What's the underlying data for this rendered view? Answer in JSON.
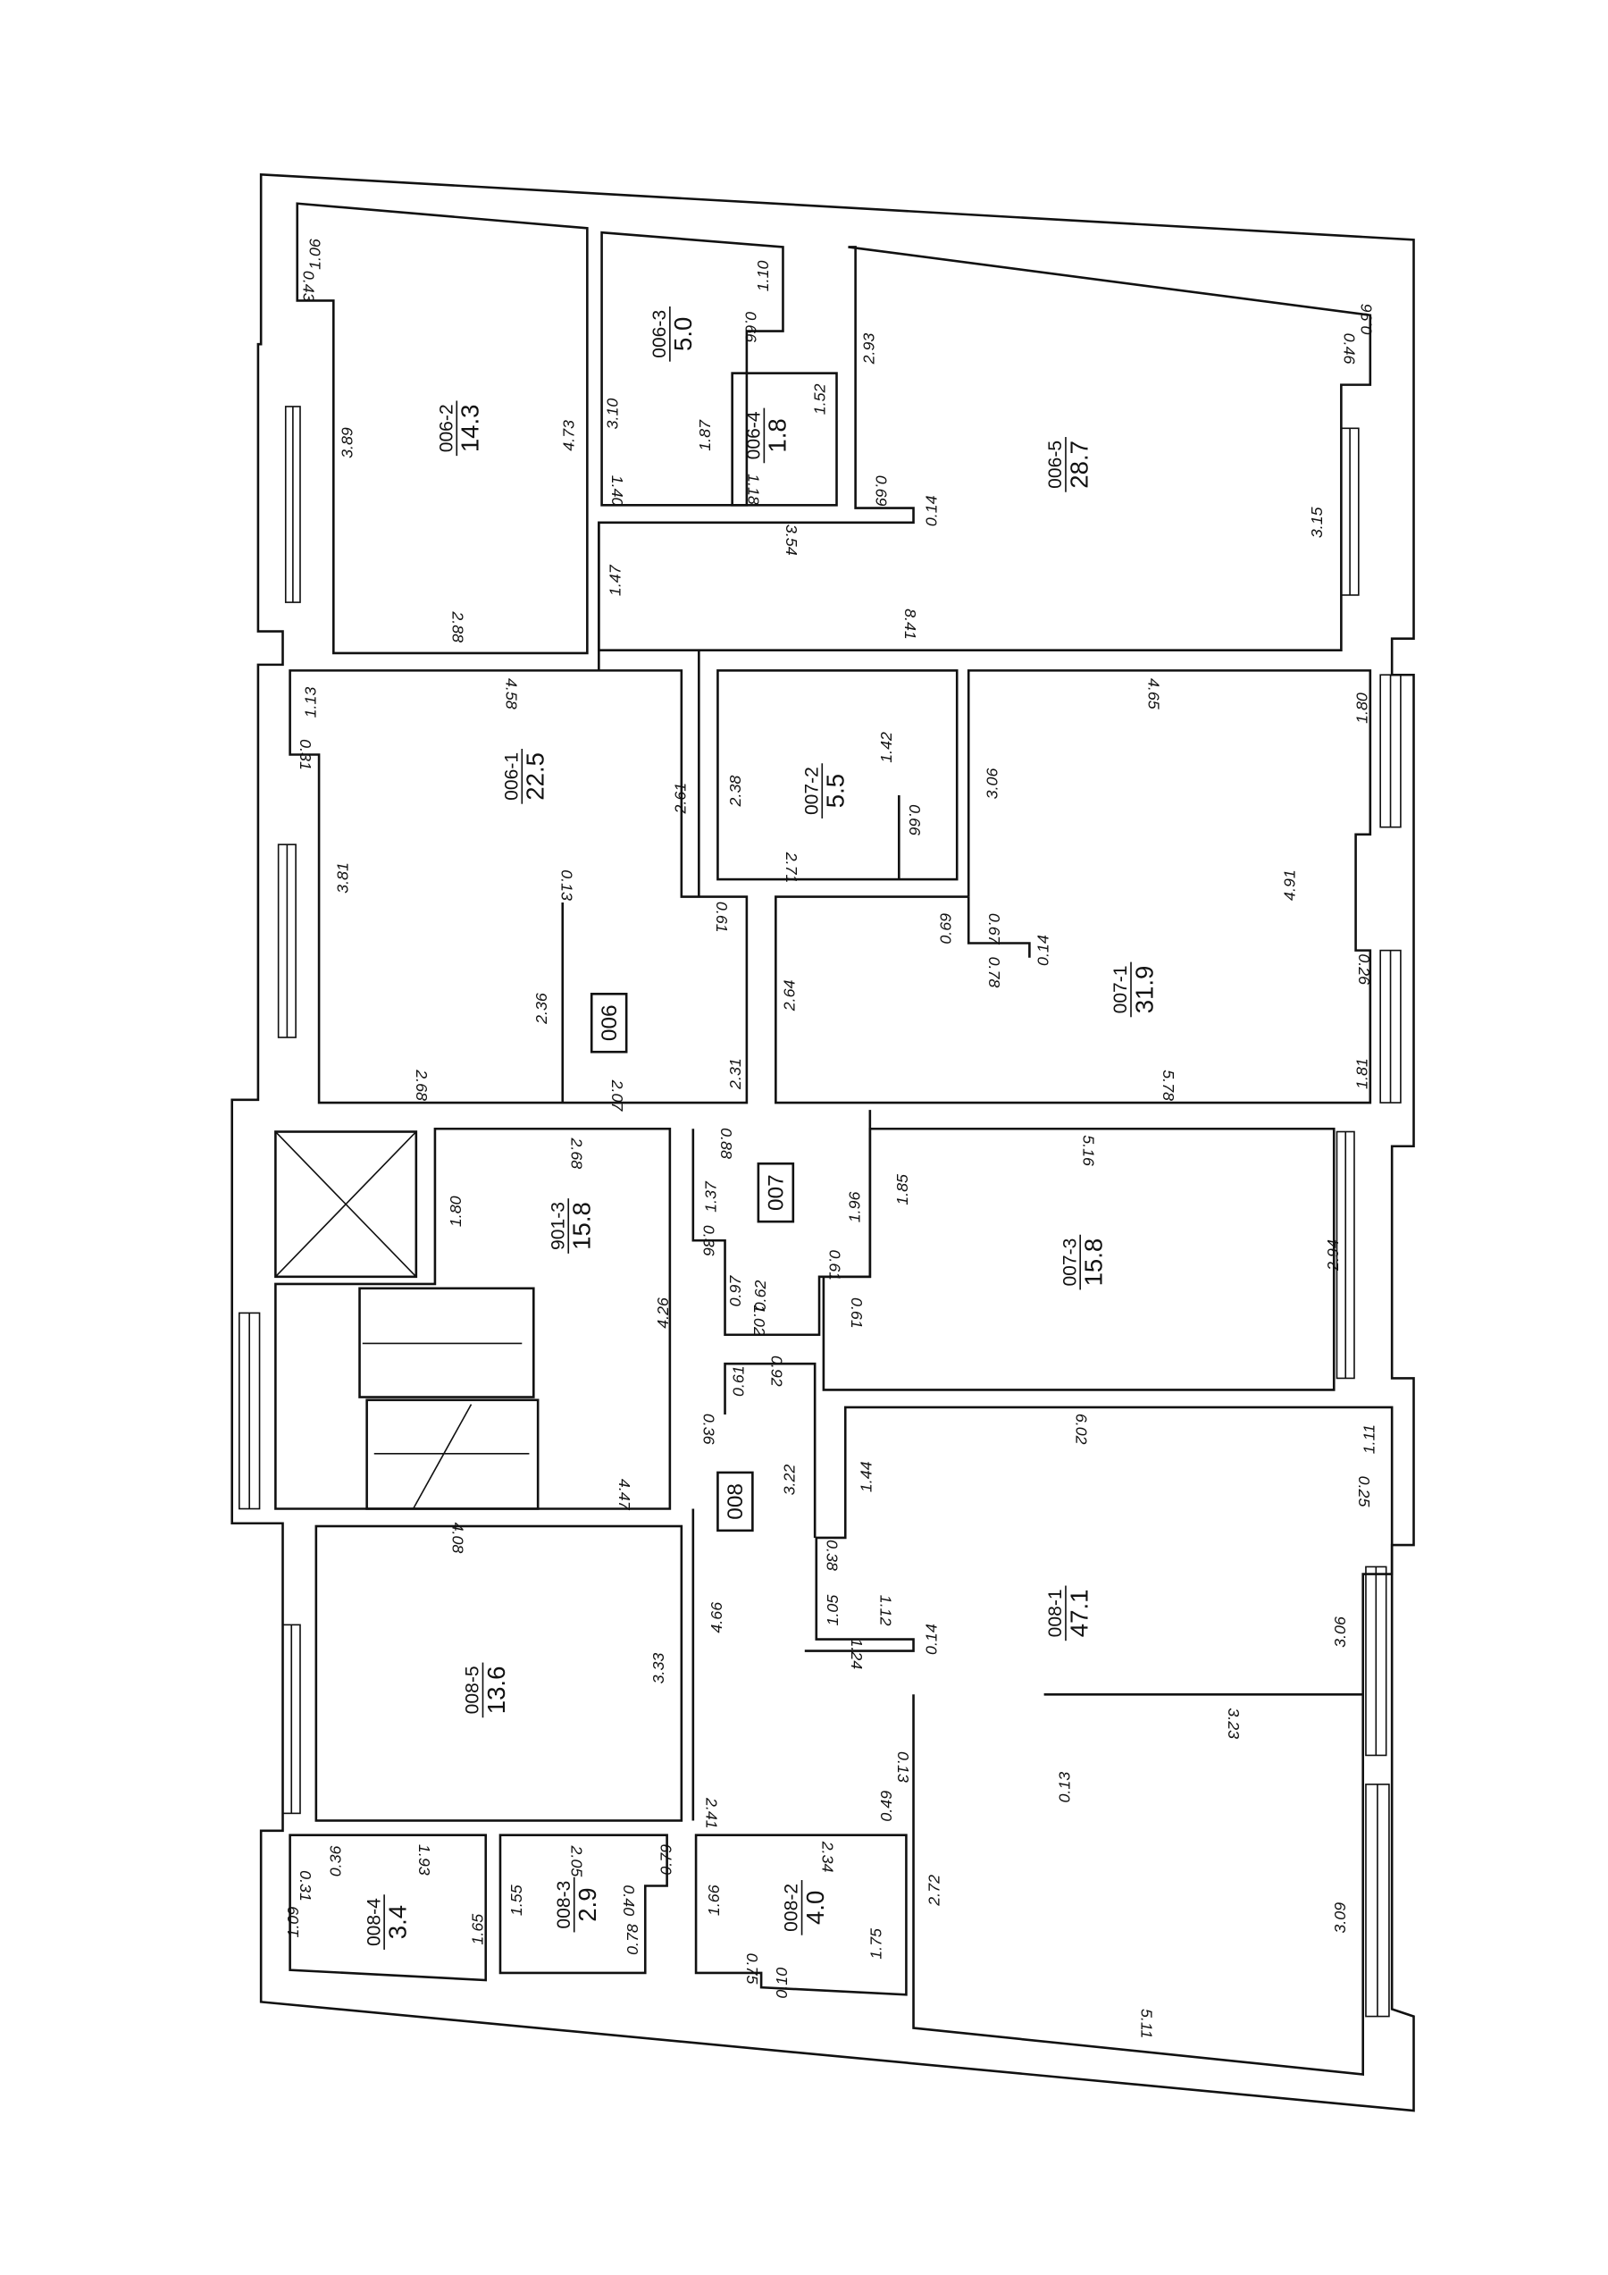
{
  "units": [
    "006",
    "007",
    "008"
  ],
  "rooms": [
    {
      "id": "006-2",
      "area": "14.3"
    },
    {
      "id": "006-3",
      "area": "5.0"
    },
    {
      "id": "006-4",
      "area": "1.8"
    },
    {
      "id": "006-5",
      "area": "28.7"
    },
    {
      "id": "006-1",
      "area": "22.5"
    },
    {
      "id": "007-2",
      "area": "5.5"
    },
    {
      "id": "007-1",
      "area": "31.9"
    },
    {
      "id": "901-3",
      "area": "15.8"
    },
    {
      "id": "007-3",
      "area": "15.8"
    },
    {
      "id": "008-5",
      "area": "13.6"
    },
    {
      "id": "008-1",
      "area": "47.1"
    },
    {
      "id": "008-4",
      "area": "3.4"
    },
    {
      "id": "008-3",
      "area": "2.9"
    },
    {
      "id": "008-2",
      "area": "4.0"
    }
  ],
  "dims": [
    "1.06",
    "0.43",
    "3.89",
    "4.73",
    "2.88",
    "3.10",
    "1.87",
    "1.40",
    "1.10",
    "0.66",
    "1.52",
    "1.18",
    "2.93",
    "0.69",
    "0.14",
    "3.54",
    "1.47",
    "8.41",
    "3.15",
    "0.96",
    "0.46",
    "1.13",
    "0.31",
    "4.58",
    "2.61",
    "3.81",
    "0.13",
    "2.36",
    "2.68",
    "2.31",
    "0.61",
    "2.07",
    "2.38",
    "1.42",
    "0.66",
    "2.71",
    "4.65",
    "3.06",
    "0.69",
    "0.67",
    "0.78",
    "0.14",
    "2.64",
    "1.80",
    "4.91",
    "0.26",
    "5.78",
    "1.81",
    "0.88",
    "2.68",
    "1.80",
    "1.37",
    "0.36",
    "4.26",
    "0.97",
    "0.62",
    "1.02",
    "4.47",
    "5.16",
    "1.96",
    "1.85",
    "0.61",
    "0.61",
    "2.94",
    "0.61",
    "0.92",
    "0.36",
    "3.22",
    "1.44",
    "6.02",
    "1.11",
    "0.25",
    "4.08",
    "3.33",
    "4.66",
    "0.38",
    "1.05",
    "1.12",
    "0.14",
    "1.24",
    "3.06",
    "3.23",
    "0.13",
    "0.13",
    "2.41",
    "0.49",
    "0.36",
    "1.93",
    "0.31",
    "1.09",
    "1.65",
    "2.05",
    "0.79",
    "1.55",
    "0.40",
    "0.78",
    "2.34",
    "1.66",
    "1.75",
    "0.75",
    "0.10",
    "2.72",
    "3.09",
    "5.11"
  ]
}
